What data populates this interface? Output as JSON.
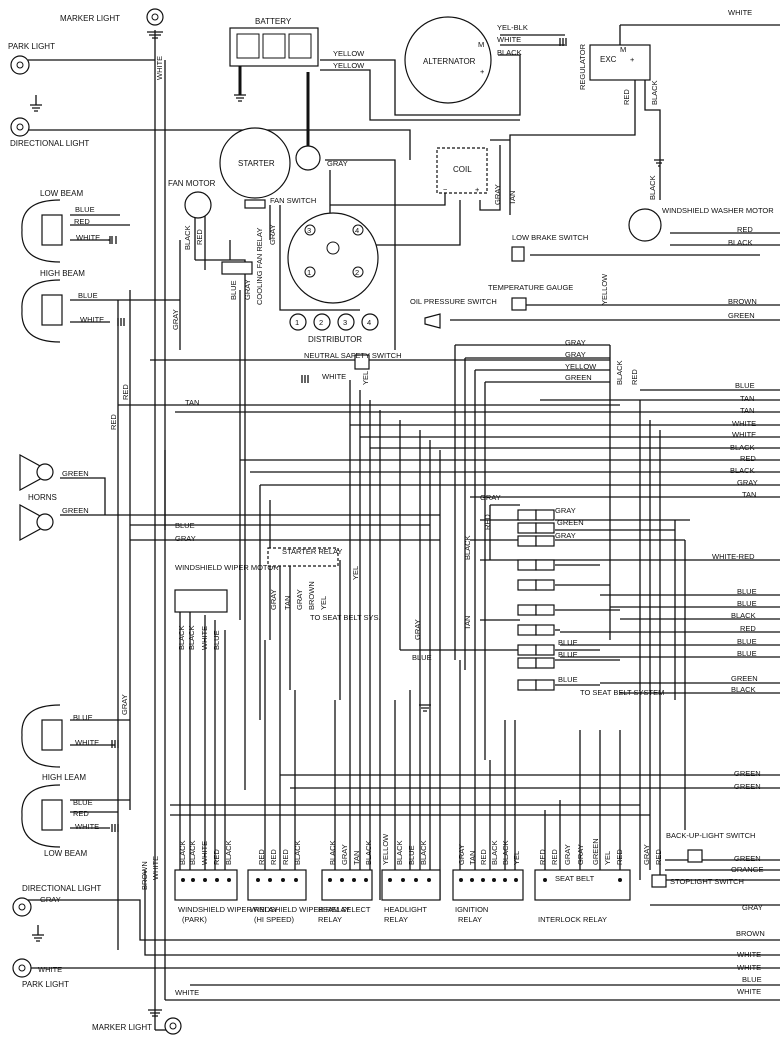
{
  "components": {
    "battery": "BATTERY",
    "alternator": "ALTERNATOR",
    "regulator": "REGULATOR",
    "exc": "EXC",
    "starter": "STARTER",
    "coil": "COIL",
    "fan_motor": "FAN MOTOR",
    "fan_switch": "FAN SWITCH",
    "cooling_fan_relay": "COOLING FAN RELAY",
    "distributor": "DISTRIBUTOR",
    "windshield_washer_motor": "WINDSHIELD WASHER MOTOR",
    "low_brake_switch": "LOW BRAKE SWITCH",
    "temperature_gauge": "TEMPERATURE GAUGE",
    "oil_pressure_switch": "OIL PRESSURE SWITCH",
    "neutral_safety_switch": "NEUTRAL SAFETY SWITCH",
    "marker_light_top": "MARKER LIGHT",
    "park_light_top": "PARK LIGHT",
    "directional_light_top": "DIRECTIONAL LIGHT",
    "low_beam_top": "LOW BEAM",
    "high_beam_top": "HIGH BEAM",
    "horns": "HORNS",
    "windshield_wiper_motor": "WINDSHIELD WIPER MOTOR",
    "starter_relay": "STARTER RELAY",
    "to_seat_belt_sys": "TO SEAT BELT SYS.",
    "to_seat_belt_system": "TO SEAT BELT SYSTEM",
    "high_beam_bottom": "HIGH LEAM",
    "low_beam_bottom": "LOW BEAM",
    "directional_light_bottom": "DIRECTIONAL LIGHT",
    "park_light_bottom": "PARK LIGHT",
    "marker_light_bottom": "MARKER LIGHT",
    "back_up_light_switch": "BACK-UP-LIGHT SWITCH",
    "stoplight_switch": "STOPLIGHT SWITCH"
  },
  "relays": [
    {
      "name": "WINDSHIELD WIPER RELAY",
      "sub": "(PARK)",
      "wires": [
        "BLACK",
        "BLACK",
        "WHITE",
        "RED",
        "BLACK"
      ]
    },
    {
      "name": "WINDSHIELD WIPER RELAY",
      "sub": "(HI SPEED)",
      "wires": [
        "RED",
        "RED",
        "RED",
        "BLACK"
      ]
    },
    {
      "name": "BEAM SELECT",
      "sub": "RELAY",
      "wires": [
        "BLACK",
        "GRAY",
        "TAN",
        "BLACK"
      ]
    },
    {
      "name": "HEADLIGHT",
      "sub": "RELAY",
      "wires": [
        "YELLOW",
        "BLACK",
        "BLUE",
        "BLACK"
      ]
    },
    {
      "name": "IGNITION",
      "sub": "RELAY",
      "wires": [
        "GRAY",
        "TAN",
        "RED",
        "BLACK",
        "BLACK",
        "YEL"
      ]
    },
    {
      "name": "SEAT BELT",
      "sub": "INTERLOCK RELAY",
      "wires": [
        "RED",
        "RED",
        "GRAY",
        "GRAY",
        "GREEN",
        "YEL",
        "RED"
      ]
    }
  ],
  "distributor_terminals": [
    "1",
    "2",
    "3",
    "4"
  ],
  "regulator_terminals": [
    "M",
    "+"
  ],
  "alternator_terminals": [
    "M",
    "+"
  ],
  "coil_terminals": [
    "−",
    "+"
  ],
  "right_edge_wires": [
    "WHITE",
    "RED",
    "BLACK",
    "BROWN",
    "GREEN",
    "BLUE",
    "TAN",
    "TAN",
    "WHITE",
    "WHITE",
    "BLACK",
    "RED",
    "BLACK",
    "GRAY",
    "TAN",
    "WHITE-RED",
    "BLUE",
    "BLUE",
    "BLACK",
    "RED",
    "BLUE",
    "BLUE",
    "GREEN",
    "BLACK",
    "GREEN",
    "GREEN",
    "GREEN",
    "ORANGE",
    "GRAY",
    "BROWN",
    "WHITE",
    "WHITE",
    "BLUE",
    "WHITE"
  ],
  "wire_labels": {
    "yel_blk": "YEL-BLK",
    "white": "WHITE",
    "black": "BLACK",
    "yellow": "YELLOW",
    "red": "RED",
    "gray": "GRAY",
    "tan": "TAN",
    "blue": "BLUE",
    "green": "GREEN",
    "brown": "BROWN",
    "yel": "YEL"
  }
}
